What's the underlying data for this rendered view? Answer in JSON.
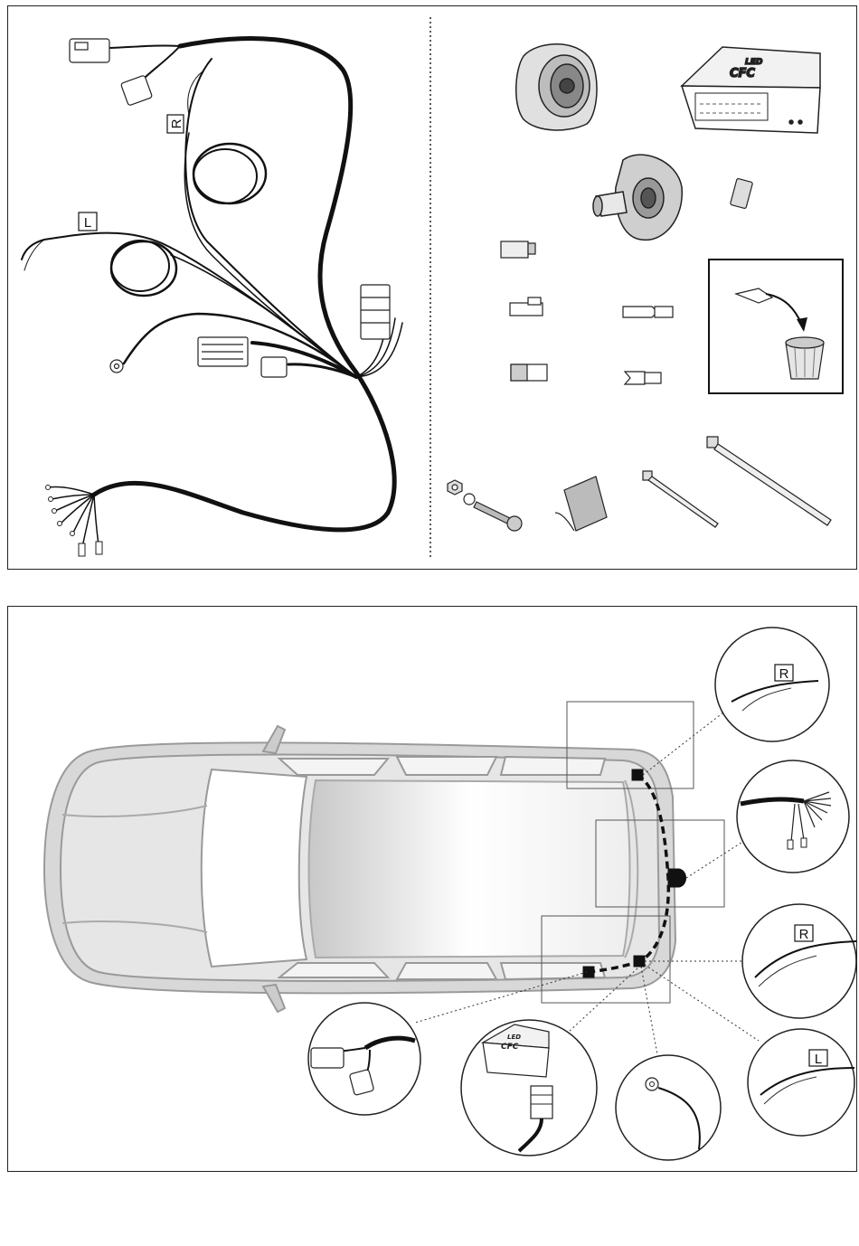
{
  "labels": {
    "right": "R",
    "left": "L"
  },
  "module_logo": {
    "top": "LED",
    "bottom": "CFC"
  },
  "colors": {
    "wire": "#111111",
    "outline": "#222222",
    "car_fill": "#d6d6d6",
    "car_body": "#bdbdbd"
  },
  "icons": [
    "wiring-harness",
    "trailer-socket",
    "electronic-module",
    "socket-seal",
    "connector",
    "cable-tie",
    "screw-bolt",
    "double-sided-tape",
    "pin-insert-hint",
    "car-top-view",
    "ring-terminal"
  ]
}
